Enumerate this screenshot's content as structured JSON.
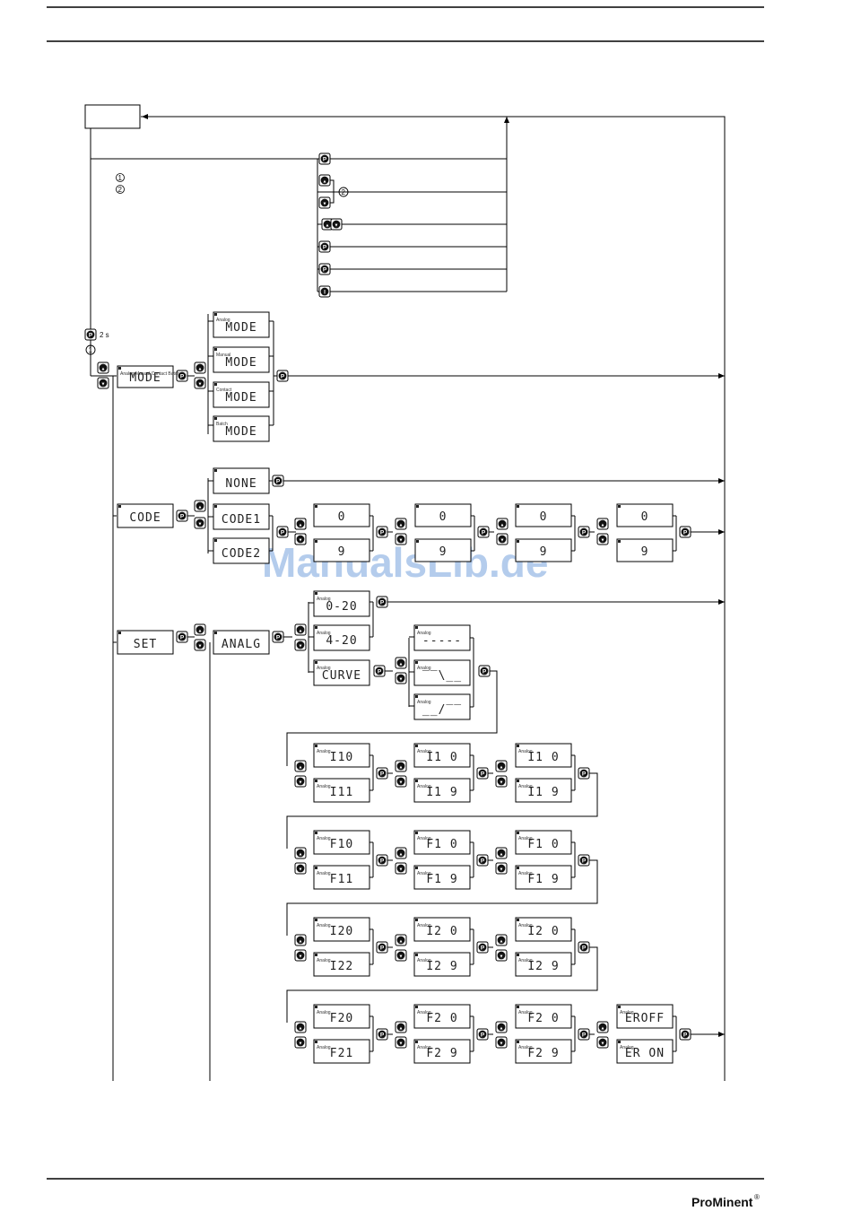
{
  "header": {
    "brand": "ProMinent",
    "reg": "®"
  },
  "watermark": "ManualsLib.de",
  "legend": {
    "mark1": "1",
    "mark2": "2"
  },
  "hold_label": "2 s",
  "keys": {
    "p": "P",
    "i": "I",
    "up": "▲",
    "down": "▼"
  },
  "mode_menu": {
    "main": {
      "small": "Analog Manual Contact Batch",
      "text": "MODE"
    },
    "options": [
      {
        "small": "Analog",
        "text": "MODE"
      },
      {
        "small": "Manual",
        "text": "MODE"
      },
      {
        "small": "Contact",
        "text": "MODE"
      },
      {
        "small": "Batch",
        "text": "MODE"
      }
    ]
  },
  "code_menu": {
    "main": "CODE",
    "options": [
      "NONE",
      "CODE1",
      "CODE2"
    ],
    "digits_top": [
      "0",
      "0",
      "0",
      "0"
    ],
    "digits_bottom": [
      "9",
      "9",
      "9",
      "9"
    ]
  },
  "set_menu": {
    "main": "SET",
    "sub": "ANALG",
    "modes": [
      "0-20",
      "4-20",
      "CURVE"
    ],
    "curves": [
      "-----",
      "‾‾\\__",
      "__/‾‾"
    ],
    "rows": [
      {
        "top": [
          "I10",
          "I1 0",
          "I1 0"
        ],
        "bottom": [
          "I11",
          "I1 9",
          "I1 9"
        ]
      },
      {
        "top": [
          "F10",
          "F1 0",
          "F1 0"
        ],
        "bottom": [
          "F11",
          "F1 9",
          "F1 9"
        ]
      },
      {
        "top": [
          "I20",
          "I2 0",
          "I2 0"
        ],
        "bottom": [
          "I22",
          "I2 9",
          "I2 9"
        ]
      },
      {
        "top": [
          "F20",
          "F2 0",
          "F2 0",
          "EROFF"
        ],
        "bottom": [
          "F21",
          "F2 9",
          "F2 9",
          "ER ON"
        ]
      }
    ]
  }
}
